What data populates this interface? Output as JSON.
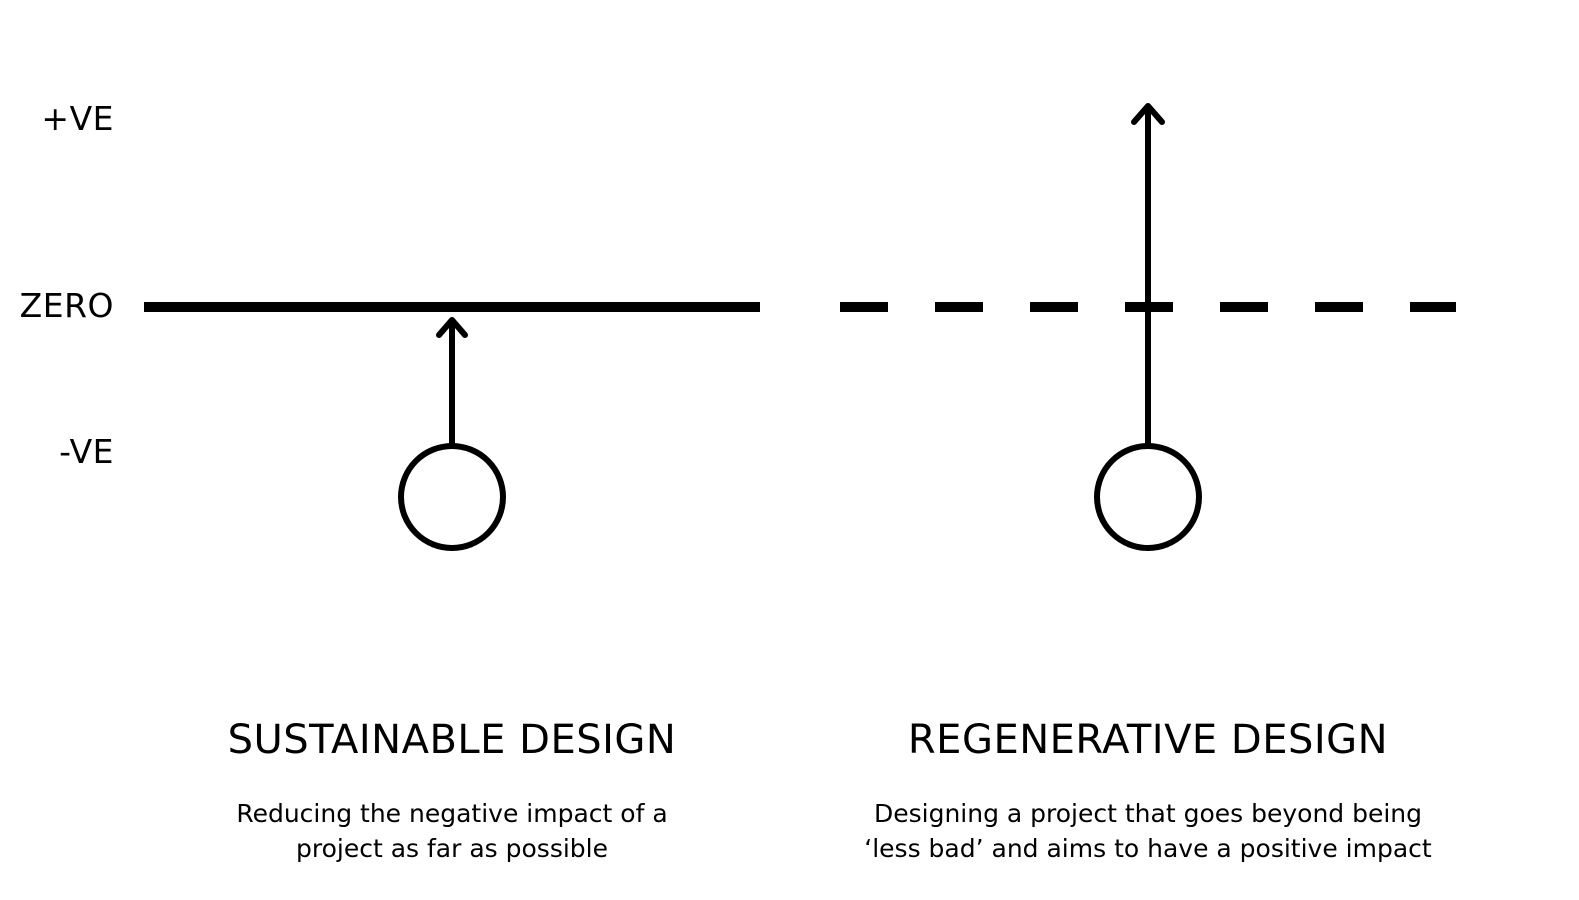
{
  "axis_labels": {
    "positive": "+VE",
    "zero": "ZERO",
    "negative": "-VE"
  },
  "panels": [
    {
      "title": "SUSTAINABLE DESIGN",
      "description_lines": [
        "Reducing the negative impact of a",
        "project as far as possible"
      ]
    },
    {
      "title": "REGENERATIVE DESIGN",
      "description_lines": [
        "Designing a project that goes beyond being",
        "‘less bad’ and aims to have a positive impact"
      ]
    }
  ],
  "colors": {
    "ink": "#000000",
    "background": "#ffffff"
  }
}
